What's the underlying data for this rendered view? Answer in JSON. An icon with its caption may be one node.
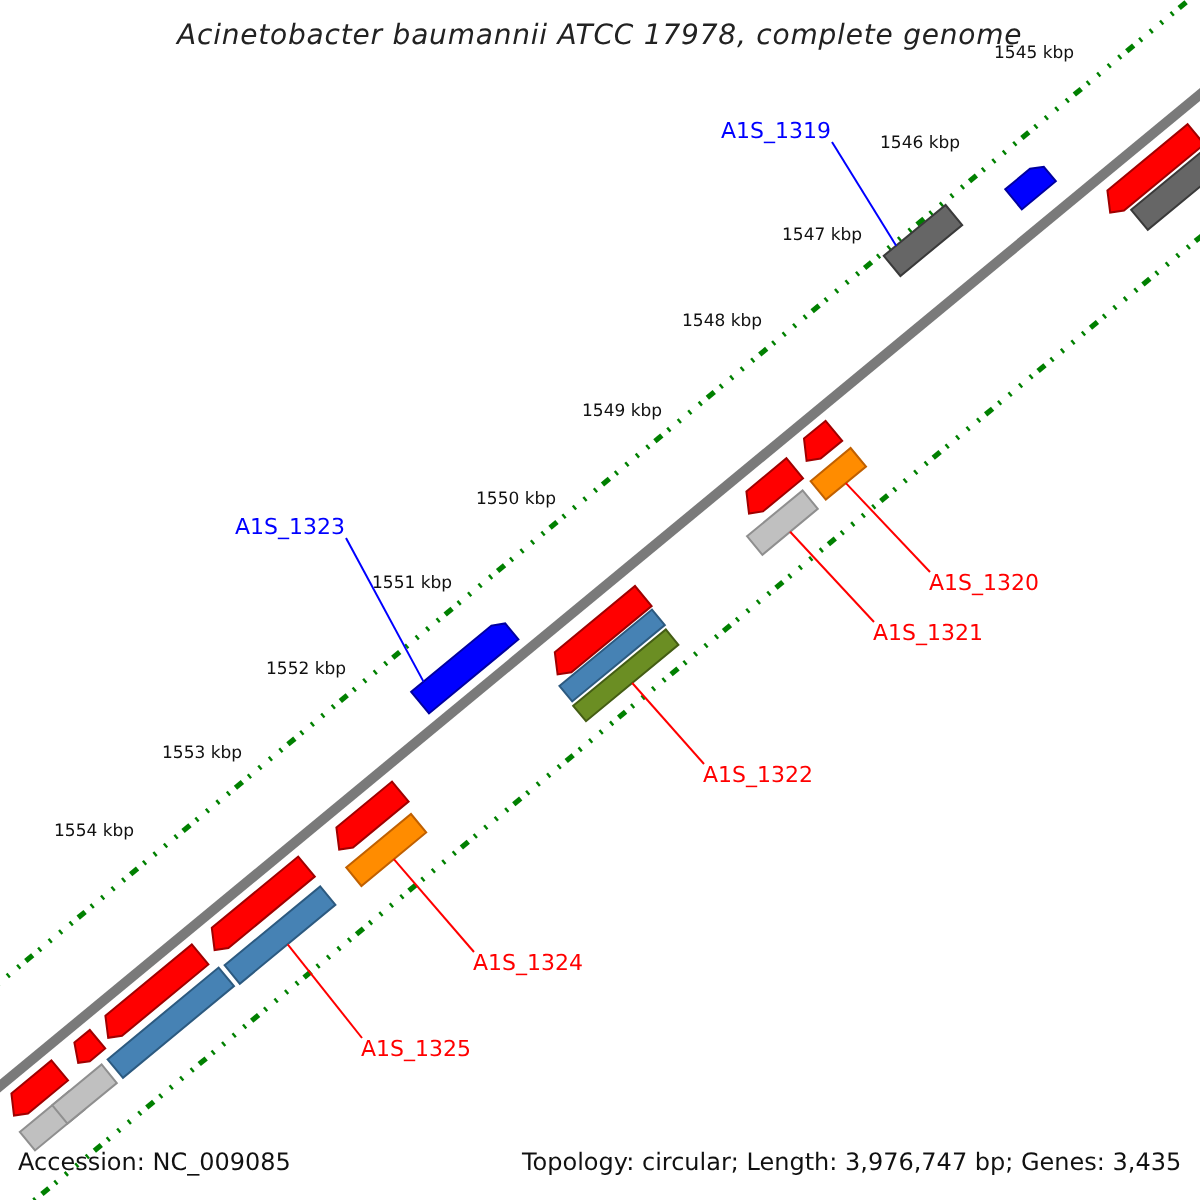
{
  "diagram": {
    "title": "Acinetobacter baumannii ATCC 17978, complete genome",
    "nodes": [
      {
        "text": [
          "A1S_1319"
        ]
      },
      {
        "text": [],
        "shape": "bar"
      },
      {
        "text": [
          "A1S_1323"
        ]
      },
      {
        "text": [],
        "shape": "bar"
      },
      {
        "text": [
          "A1S_1320"
        ]
      },
      {
        "text": [],
        "shape": "bar"
      },
      {
        "text": [
          "A1S_1321"
        ]
      },
      {
        "text": [],
        "shape": "bar"
      },
      {
        "text": [
          "A1S_1322"
        ]
      },
      {
        "text": [],
        "shape": "bar"
      },
      {
        "text": [
          "A1S_1324"
        ]
      },
      {
        "text": [],
        "shape": "bar"
      },
      {
        "text": [
          "A1S_1325"
        ]
      },
      {
        "text": [],
        "shape": "bar"
      },
      {
        "text": [],
        "shape": "bar"
      },
      {
        "text": [],
        "shape": "bar"
      },
      {
        "text": [],
        "shape": "bar"
      },
      {
        "text": [],
        "shape": "bar"
      },
      {
        "text": [],
        "shape": "bar"
      },
      {
        "text": [],
        "shape": "bar"
      },
      {
        "text": [],
        "shape": "bar"
      },
      {
        "text": [],
        "shape": "bar"
      },
      {
        "text": [],
        "shape": "bar"
      },
      {
        "text": [],
        "shape": "bar"
      },
      {
        "text": [],
        "shape": "bar"
      },
      {
        "text": [],
        "shape": "bar"
      },
      {
        "text": [],
        "shape": "bar"
      },
      {
        "text": [],
        "shape": "bar"
      },
      {
        "text": [],
        "shape": "bar"
      }
    ],
    "edges": [
      {
        "from": 0,
        "to": 1,
        "arrow": "none",
        "color": "#0000ff"
      },
      {
        "from": 2,
        "to": 3,
        "arrow": "none",
        "color": "#0000ff"
      },
      {
        "from": 4,
        "to": 5,
        "arrow": "none"
      },
      {
        "from": 6,
        "to": 7,
        "arrow": "none"
      },
      {
        "from": 8,
        "to": 9,
        "arrow": "none"
      },
      {
        "from": 10,
        "to": 11,
        "arrow": "none"
      },
      {
        "from": 12,
        "to": 13,
        "arrow": "none"
      }
    ],
    "labels": [
      "1545 kbp",
      "1546 kbp",
      "1547 kbp",
      "1548 kbp",
      "1549 kbp",
      "1550 kbp",
      "1551 kbp",
      "1552 kbp",
      "1553 kbp",
      "1554 kbp",
      "Accession: NC_009085",
      "Topology: circular; Length: 3,976,747 bp; Genes: 3,435"
    ]
  }
}
